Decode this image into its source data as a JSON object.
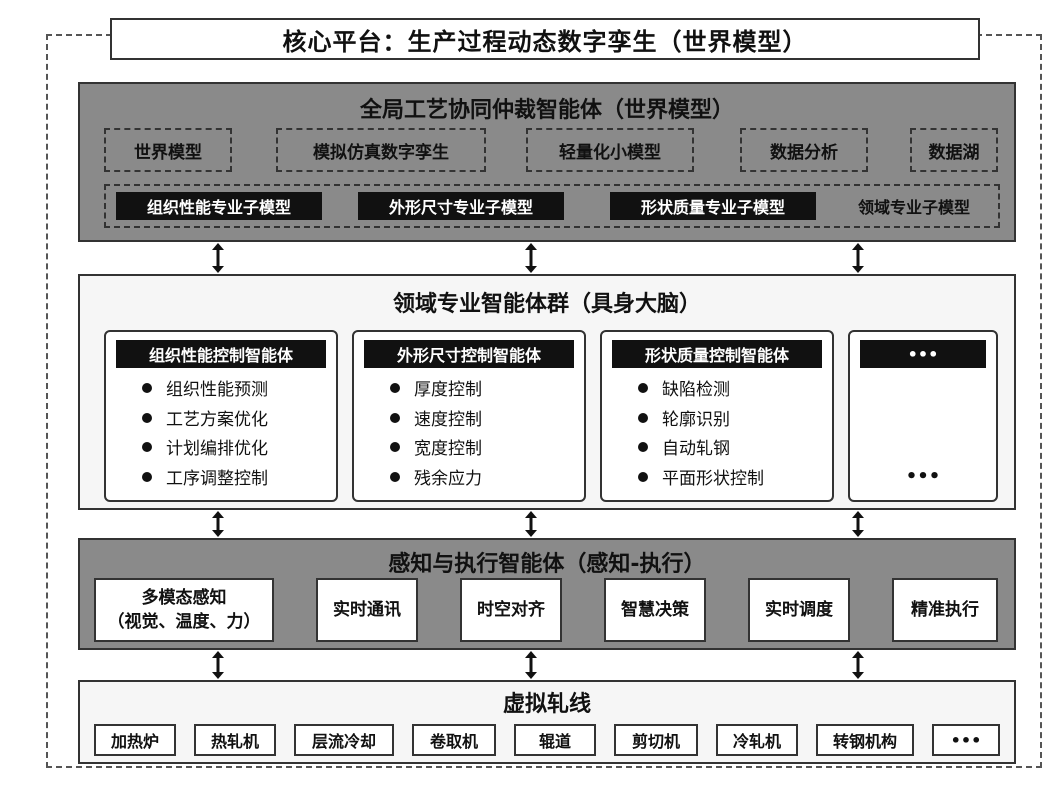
{
  "platform_title": "核心平台：生产过程动态数字孪生（世界模型）",
  "top_layer": {
    "title": "全局工艺协同仲裁智能体（世界模型）",
    "components": [
      "世界模型",
      "模拟仿真数字孪生",
      "轻量化小模型",
      "数据分析",
      "数据湖"
    ],
    "sub_models": [
      "组织性能专业子模型",
      "外形尺寸专业子模型",
      "形状质量专业子模型",
      "领域专业子模型"
    ]
  },
  "domain_layer": {
    "title": "领域专业智能体群（具身大脑）",
    "agents": [
      {
        "name": "组织性能控制智能体",
        "items": [
          "组织性能预测",
          "工艺方案优化",
          "计划编排优化",
          "工序调整控制"
        ]
      },
      {
        "name": "外形尺寸控制智能体",
        "items": [
          "厚度控制",
          "速度控制",
          "宽度控制",
          "残余应力"
        ]
      },
      {
        "name": "形状质量控制智能体",
        "items": [
          "缺陷检测",
          "轮廓识别",
          "自动轧钢",
          "平面形状控制"
        ]
      },
      {
        "name": "•••",
        "items": [
          "•••"
        ]
      }
    ]
  },
  "perception_layer": {
    "title": "感知与执行智能体（感知-执行）",
    "modules": [
      {
        "line1": "多模态感知",
        "line2": "（视觉、温度、力）"
      },
      {
        "line1": "实时通讯"
      },
      {
        "line1": "时空对齐"
      },
      {
        "line1": "智慧决策"
      },
      {
        "line1": "实时调度"
      },
      {
        "line1": "精准执行"
      }
    ]
  },
  "virtual_line": {
    "title": "虚拟轧线",
    "devices": [
      "加热炉",
      "热轧机",
      "层流冷却",
      "卷取机",
      "辊道",
      "剪切机",
      "冷轧机",
      "转钢机构",
      "•••"
    ]
  },
  "colors": {
    "dark_band": "#8a8a8a",
    "light_band": "#f6f6f6",
    "tag_black": "#111111"
  }
}
